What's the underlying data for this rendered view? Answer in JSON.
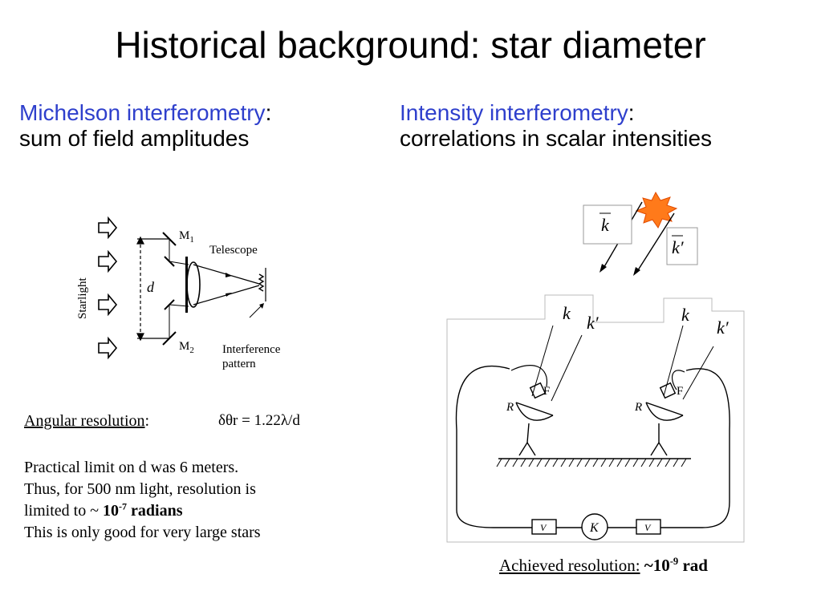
{
  "title": "Historical background: star diameter",
  "left": {
    "heading_link": "Michelson interferometry",
    "heading_colon": ":",
    "heading_sub": "sum of field amplitudes",
    "figure_labels": {
      "starlight": "Starlight",
      "m1": "M",
      "m1_sub": "1",
      "m2": "M",
      "m2_sub": "2",
      "d": "d",
      "telescope": "Telescope",
      "interference_line1": "Interference",
      "interference_line2": "pattern"
    },
    "angular_label": "Angular resolution",
    "angular_colon": ":",
    "formula": "δθr = 1.22λ/d",
    "practical_line1": "Practical limit on d was 6 meters.",
    "practical_line2": "Thus, for 500 nm light, resolution is",
    "practical_line3_prefix": "limited to ~ ",
    "practical_line3_base": "10",
    "practical_line3_exp": "-7",
    "practical_line3_unit": " radians",
    "practical_line4": "This is only good for very large stars"
  },
  "right": {
    "heading_link": "Intensity interferometry",
    "heading_colon": ":",
    "heading_sub": "correlations in scalar intensities",
    "figure_labels": {
      "k": "k",
      "k_prime": "k′",
      "R": "R",
      "F": "F",
      "V": "V",
      "K": "K"
    },
    "achieved_label": "Achieved resolution:",
    "achieved_prefix": " ~",
    "achieved_base": "10",
    "achieved_exp": "-9",
    "achieved_unit": " rad"
  },
  "colors": {
    "heading_blue": "#2e3fcc",
    "star_orange": "#ff7a1a"
  }
}
